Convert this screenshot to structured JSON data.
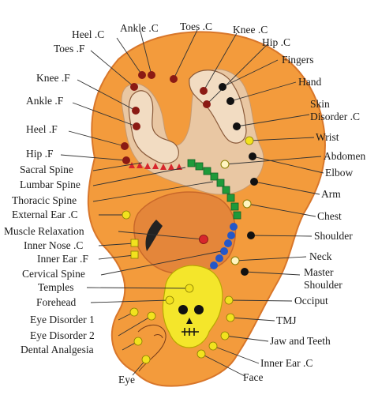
{
  "colors": {
    "ear": "#f39b3c",
    "ear_edge": "#d8762a",
    "body_fill": "#e9c7a3",
    "spine_red": "#d7262c",
    "spine_green": "#1e9a3a",
    "spine_blue": "#2457c9",
    "skull": "#f4e62b",
    "dot_dark": "#8b1a14",
    "dot_black": "#111111",
    "dot_yellow": "#f2e21e"
  },
  "labels_left": {
    "heel_c": "Heel .C",
    "ankle_c": "Ankle .C",
    "toes_c": "Toes .C",
    "knee_c": "Knee .C",
    "toes_f": "Toes .F",
    "knee_f": "Knee .F",
    "ankle_f": "Ankle .F",
    "heel_f": "Heel .F",
    "hip_f": "Hip .F",
    "sacral_spine": "Sacral Spine",
    "lumbar_spine": "Lumbar Spine",
    "thoracic_spine": "Thoracic Spine",
    "external_ear_c": "External Ear .C",
    "muscle_relaxation": "Muscle Relaxation",
    "inner_nose_c": "Inner Nose .C",
    "inner_ear_f": "Inner Ear .F",
    "cervical_spine": "Cervical Spine",
    "temples": "Temples",
    "forehead": "Forehead",
    "eye_disorder_1": "Eye Disorder 1",
    "eye_disorder_2": "Eye Disorder 2",
    "dental_analgesia": "Dental Analgesia",
    "eye": "Eye"
  },
  "labels_right": {
    "hip_c": "Hip .C",
    "fingers": "Fingers",
    "hand": "Hand",
    "skin_disorder_1": "Skin",
    "skin_disorder_2": "Disorder .C",
    "wrist": "Wrist",
    "abdomen": "Abdomen",
    "elbow": "Elbow",
    "arm": "Arm",
    "chest": "Chest",
    "shoulder": "Shoulder",
    "neck": "Neck",
    "master_shoulder_1": "Master",
    "master_shoulder_2": "Shoulder",
    "occiput": "Occiput",
    "tmj": "TMJ",
    "jaw_and_teeth": "Jaw and Teeth",
    "inner_ear_c": "Inner Ear .C",
    "face": "Face"
  }
}
